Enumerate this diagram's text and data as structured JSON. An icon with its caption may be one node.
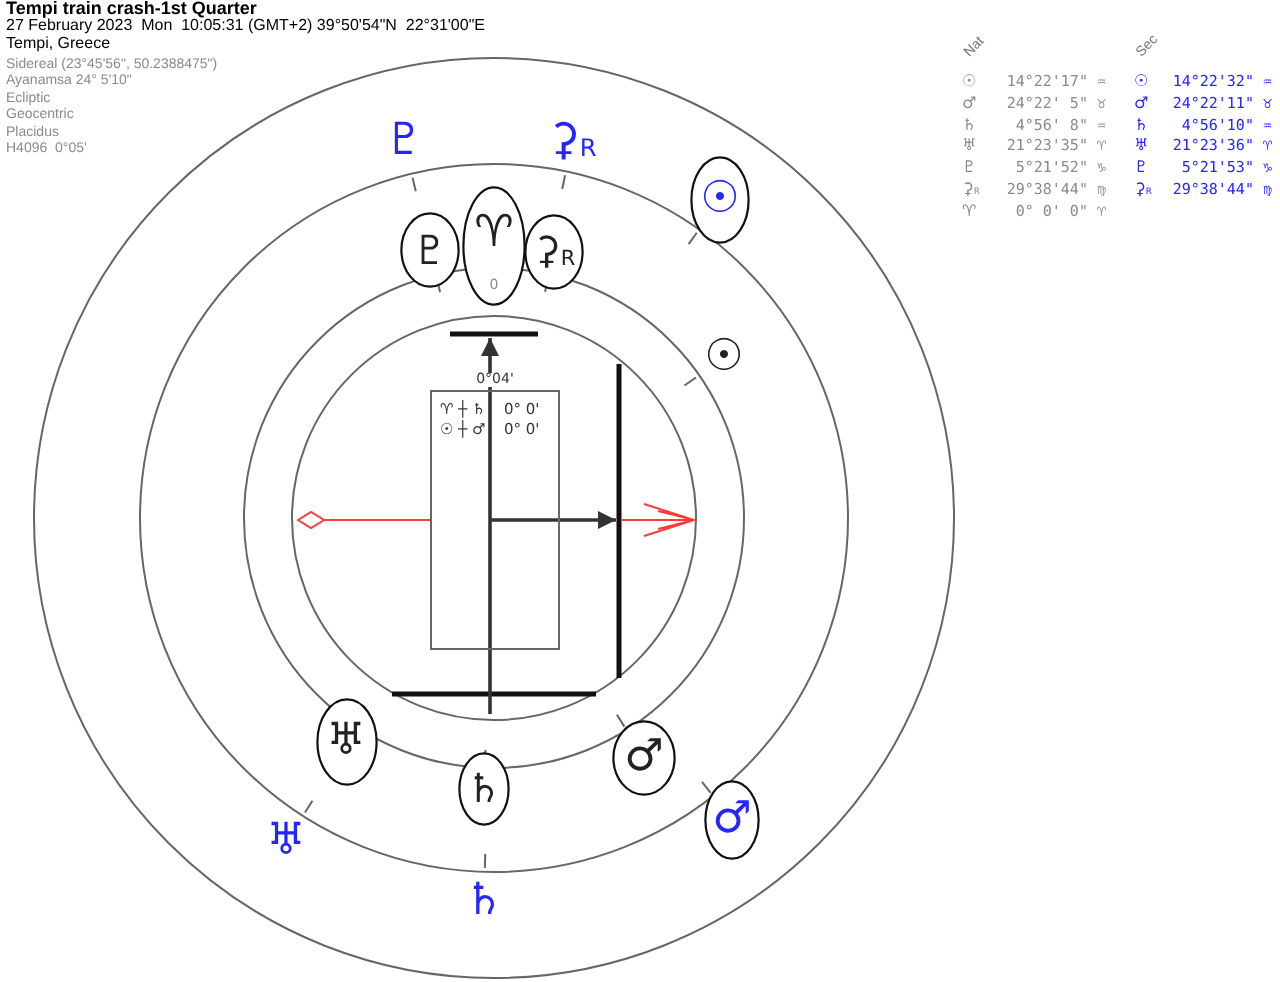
{
  "diagram": {
    "title": "Tempi train crash-1st Quarter",
    "nodes": [
      {
        "text": [
          "♇"
        ]
      },
      {
        "text": [
          "♈",
          "0"
        ]
      },
      {
        "text": [
          "⚳$_{R}$"
        ]
      },
      {
        "text": [
          "☉"
        ]
      },
      {
        "text": [
          "♈ ┼ ♄",
          "0° 0'",
          "☉ ┼ ♂",
          "0° 0'"
        ],
        "beside": [
          "0°04'"
        ]
      },
      {
        "text": [
          "♅"
        ]
      },
      {
        "text": [
          "♄"
        ]
      },
      {
        "text": [
          "♂"
        ]
      },
      {
        "text": [
          "♂"
        ]
      }
    ],
    "labels": [
      "27 February 2023  Mon  10:05:31 (GMT+2) 39°50'54\"N  22°31'00\"E",
      "Tempi, Greece",
      "Sidereal (23°45'56\", 50.2388475\")",
      "Ayanamsa 24° 5'10\"",
      "Ecliptic",
      "Geocentric",
      "Placidus",
      "H4096  0°05'",
      "Nat",
      "Sec",
      "☉",
      "14°22'17\" ♒",
      "☉",
      "14°22'32\" ♒",
      "♂",
      "24°22' 5\" ♉",
      "♂",
      "24°22'11\" ♉",
      "♄",
      "4°56' 8\" ♒",
      "♄",
      "4°56'10\" ♒",
      "♅",
      "21°23'35\" ♈",
      "♅",
      "21°23'36\" ♈",
      "♇",
      "5°21'52\" ♑",
      "♇",
      "5°21'53\" ♑",
      "⚳$_{R}$",
      "29°38'44\" ♍",
      "⚳$_{R}$",
      "29°38'44\" ♍",
      "♈",
      "0° 0' 0\" ♈",
      "♇",
      "⚳$_{R}$",
      "☉",
      "♅",
      "♄"
    ]
  }
}
